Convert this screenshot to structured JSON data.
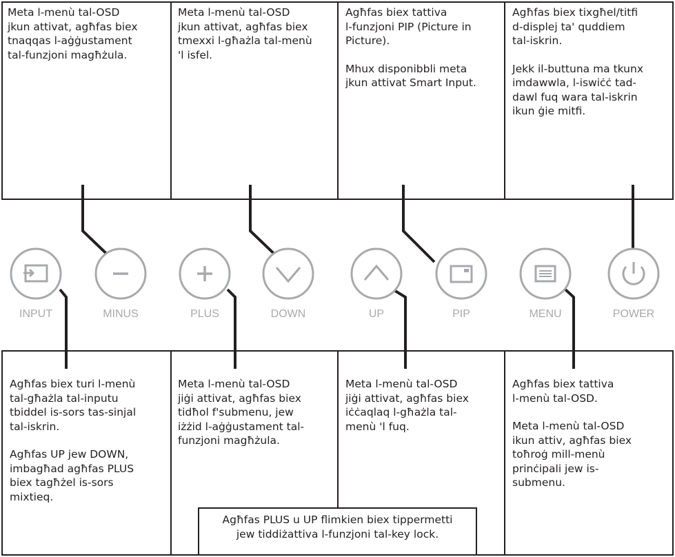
{
  "top_descriptions": [
    {
      "lines": [
        "Meta l-menù tal-OSD\njkun attivat, agħfas biex\ntnaqqas l-aġġustament\ntal-funzjoni magħżula."
      ]
    },
    {
      "lines": [
        "Meta l-menù tal-OSD\njkun attivat, agħfas biex\ntmexxi l-għażla tal-menù\n'l isfel."
      ]
    },
    {
      "lines": [
        "Agħfas biex tattiva\nl-funzjoni PIP (Picture in\nPicture).",
        "Mhux disponibbli meta\njkun attivat Smart Input."
      ]
    },
    {
      "lines": [
        "Agħfas biex tixgħel/titfi\nd-displej ta' quddiem\ntal-iskrin.",
        "Jekk il-buttuna ma tkunx\nimdawwla, l-iswiċċ tad-\ndawl fuq wara tal-iskrin\nikun ġie mitfi."
      ]
    }
  ],
  "bottom_descriptions": [
    {
      "lines": [
        "Agħfas biex turi l-menù\ntal-għażla tal-inputu\ntbiddel is-sors tas-sinjal\ntal-iskrin.",
        "Agħfas UP jew DOWN,\nimbagħad agħfas PLUS\nbiex tagħżel is-sors\nmixtieq."
      ]
    },
    {
      "lines": [
        "Meta l-menù tal-OSD\njiġi attivat, agħfas biex\ntidħol f'submenu, jew\niżżid l-aġġustament tal-\nfunzjoni magħżula."
      ]
    },
    {
      "lines": [
        "Meta l-menù tal-OSD\njiġi attivat, agħfas biex\niċċaqlaq l-għażla tal-\nmenù 'l fuq."
      ]
    },
    {
      "lines": [
        "Agħfas biex tattiva\nl-menù tal-OSD.",
        "Meta l-menù tal-OSD\nikun attiv, agħfas biex\ntoħroġ mill-menù\nprinċipali jew is-\nsubmenu."
      ]
    }
  ],
  "buttons": [
    {
      "label": "INPUT",
      "icon": "input-icon"
    },
    {
      "label": "MINUS",
      "icon": "minus-icon"
    },
    {
      "label": "PLUS",
      "icon": "plus-icon"
    },
    {
      "label": "DOWN",
      "icon": "chevron-down-icon"
    },
    {
      "label": "UP",
      "icon": "chevron-up-icon"
    },
    {
      "label": "PIP",
      "icon": "pip-icon"
    },
    {
      "label": "MENU",
      "icon": "menu-icon"
    },
    {
      "label": "POWER",
      "icon": "power-icon"
    }
  ],
  "key_lock_note": "Agħfas PLUS u UP flimkien biex tippermetti\njew tiddiżattiva l-funzjoni tal-key lock.",
  "colors": {
    "line": "#231f20",
    "button_gray": "#a7a9ac"
  }
}
